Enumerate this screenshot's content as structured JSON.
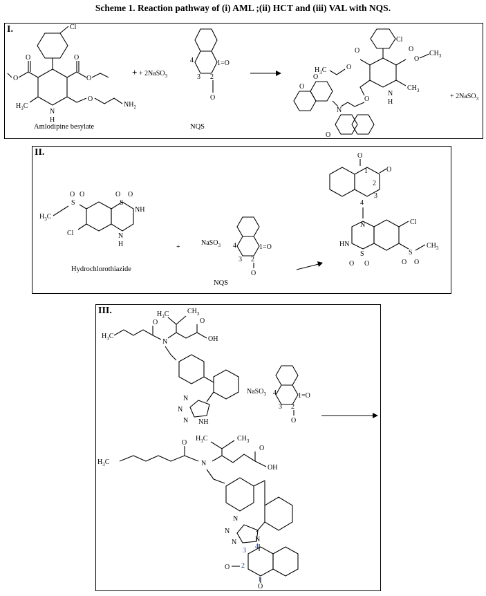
{
  "title": "Scheme 1. Reaction pathway of  (i) AML ;(ii) HCT and (iii) VAL with NQS.",
  "panels": [
    {
      "tag": "I.",
      "reactant_name": "Amlodipine besylate",
      "reagent_name": "NQS",
      "reagent_prefix": "+ 2NaSO",
      "byproduct": "+ 2NaSO",
      "labels": {
        "cl": "Cl",
        "nh2": "NH",
        "n": "N",
        "h": "H",
        "h3c": "H",
        "ch3": "CH",
        "o": "O",
        "pos1": "1",
        "pos2": "2",
        "pos3": "3",
        "pos4": "4"
      }
    },
    {
      "tag": "II.",
      "reactant_name": "Hydrochlorothiazide",
      "reagent_name": "NQS",
      "reagent_prefix": "NaSO",
      "plus": "+",
      "labels": {
        "s": "S",
        "nh": "NH",
        "hn": "HN",
        "cl": "Cl",
        "n": "N",
        "h": "H",
        "h3c": "H",
        "ch3": "CH",
        "o": "O",
        "pos1": "1",
        "pos2": "2",
        "pos3": "3",
        "pos4": "4"
      }
    },
    {
      "tag": "III.",
      "reagent_prefix": "NaSO",
      "labels": {
        "h3c": "H",
        "ch3": "CH",
        "oh": "OH",
        "n": "N",
        "nh": "NH",
        "o": "O",
        "pos1": "1",
        "pos2": "2",
        "pos3": "3",
        "pos4": "4"
      }
    }
  ]
}
